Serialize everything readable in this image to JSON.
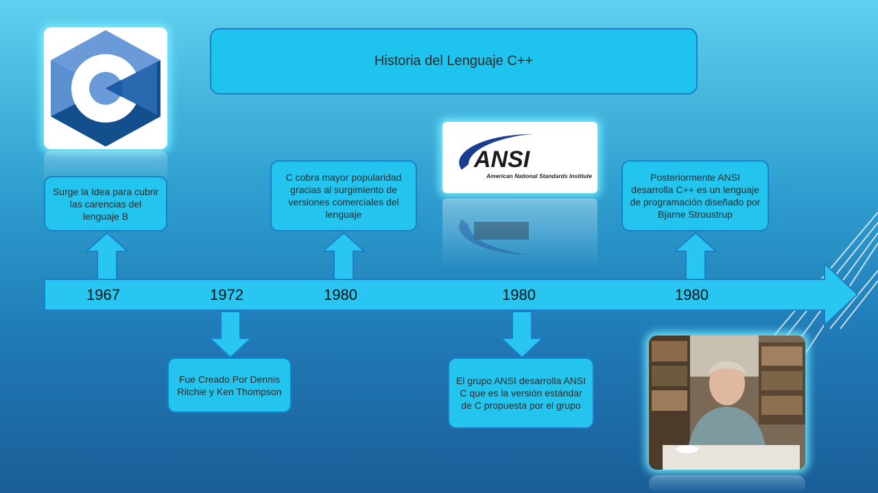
{
  "title": "Historia del Lenguaje C++",
  "timeline": {
    "years": [
      "1967",
      "1972",
      "1980",
      "1980",
      "1980"
    ]
  },
  "events": [
    {
      "year": "1967",
      "position": "above",
      "text": "Surge la Idea para cubrir las carencias del lenguaje B"
    },
    {
      "year": "1972",
      "position": "below",
      "text": "Fue Creado Por Dennis Ritchie y Ken Thompson"
    },
    {
      "year": "1980",
      "position": "above",
      "text": "C cobra mayor popularidad gracias al surgimiento de versiones comerciales del lenguaje"
    },
    {
      "year": "1980",
      "position": "below",
      "text": "El grupo ANSI desarrolla ANSI C que es la versión estándar de C propuesta por el grupo"
    },
    {
      "year": "1980",
      "position": "above",
      "text": "Posteriormente ANSI desarrolla C++ es un lenguaje de programación diseñado por Bjarne Stroustrup"
    }
  ],
  "images": {
    "c_logo": {
      "icon": "c-language-logo",
      "letter": "C"
    },
    "ansi_logo": {
      "icon": "ansi-logo",
      "wordmark": "ANSI",
      "subtitle": "American National Standards Institute"
    },
    "photo": {
      "icon": "person-photo"
    }
  },
  "colors": {
    "box_fill": "#23c4ee",
    "box_border": "#1a7fc8",
    "arrow_fill": "#2ac6f2"
  }
}
